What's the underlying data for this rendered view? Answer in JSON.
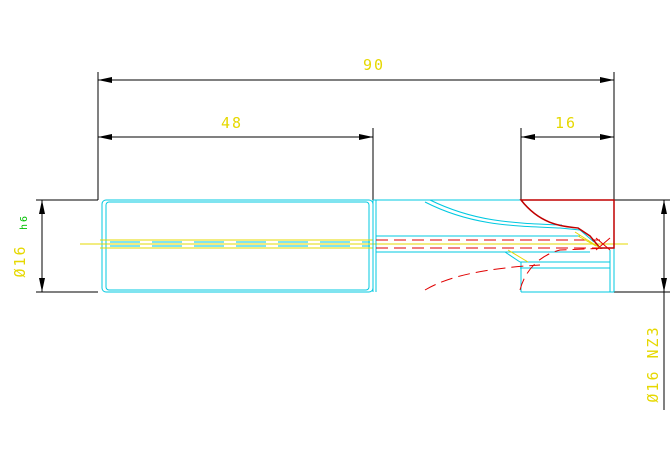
{
  "drawing": {
    "dimensions": {
      "overall_length": "90",
      "shank_length": "48",
      "cutting_length": "16",
      "shank_diameter": "Ø16",
      "shank_tolerance": "h6",
      "cutter_spec": "Ø16 NZ3"
    },
    "colors": {
      "dimension_lines": "#000000",
      "dimension_text": "#e6d800",
      "outline": "#00c8e0",
      "hidden_lines": "#e00000",
      "cutting_edge": "#c00000",
      "center_line": "#e6d800",
      "tolerance_text": "#00c000",
      "background": "#ffffff"
    }
  }
}
